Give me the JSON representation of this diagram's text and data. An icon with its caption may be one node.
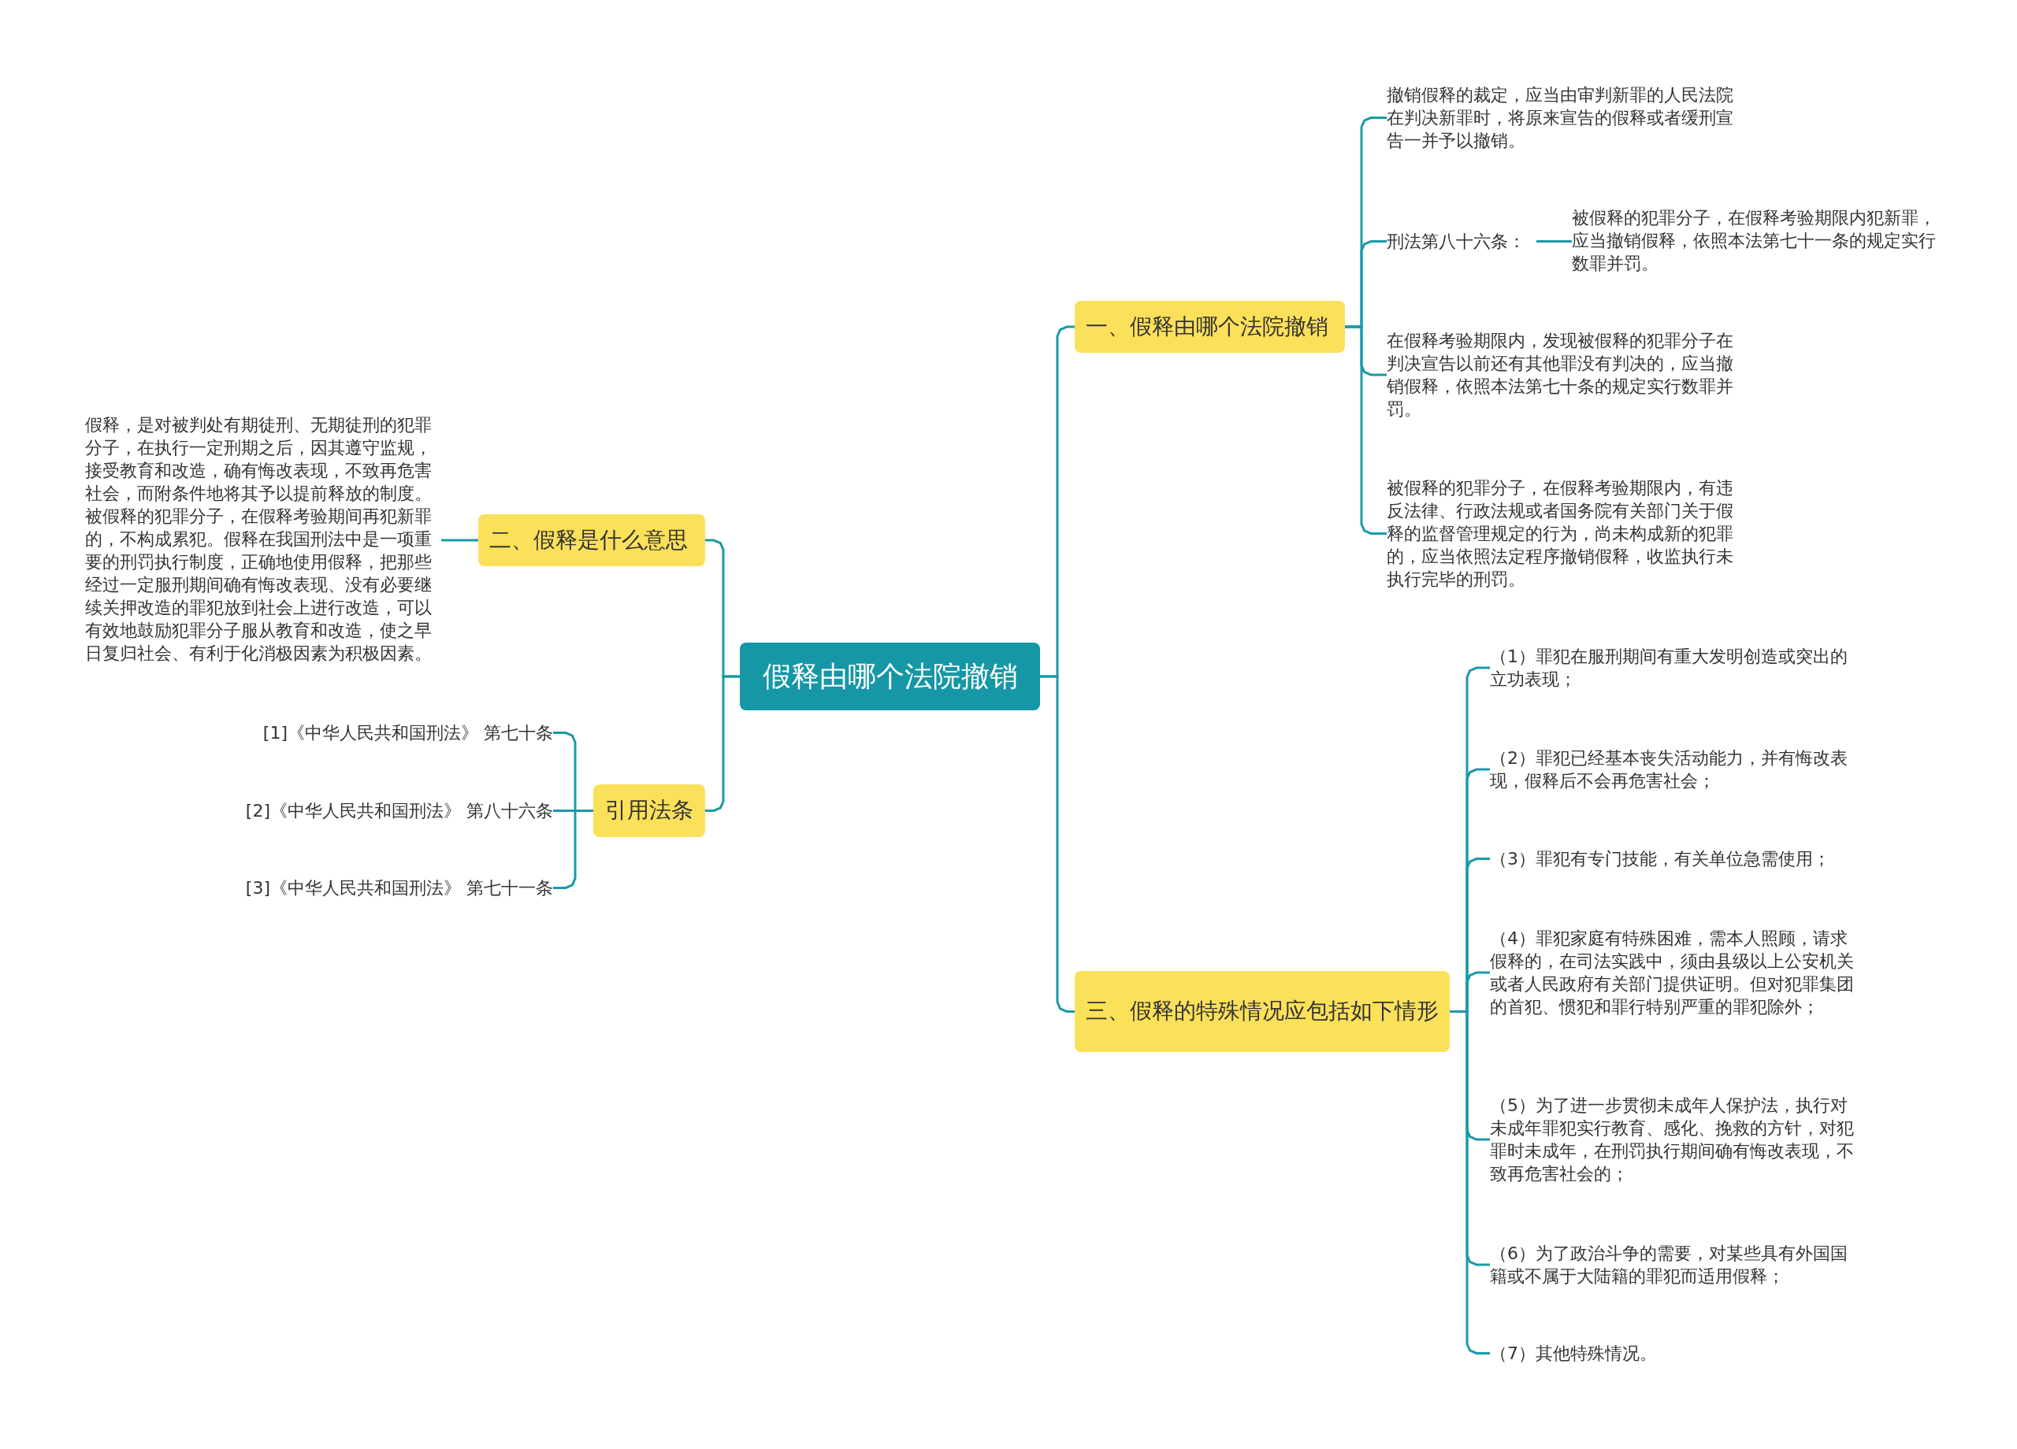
{
  "diagram": {
    "nodes": [
      {
        "text": [
          "假释由哪个法院撤销"
        ]
      },
      {
        "text": [
          "一、假释由哪个法院撤销"
        ]
      },
      {
        "text": [
          "撤销假释的裁定，应当由审判新罪的人民法院在判决新罪时，将原来宣告的假释或者缓刑宣告一并予以撤销。"
        ]
      },
      {
        "text": [
          "刑法第八十六条："
        ]
      },
      {
        "text": [
          "被假释的犯罪分子，在假释考验期限内犯新罪，应当撤销假释，依照本法第七十一条的规定实行数罪并罚。"
        ]
      },
      {
        "text": [
          "在假释考验期限内，发现被假释的犯罪分子在判决宣告以前还有其他罪没有判决的，应当撤销假释，依照本法第七十条的规定实行数罪并罚。"
        ]
      },
      {
        "text": [
          "被假释的犯罪分子，在假释考验期限内，有违反法律、行政法规或者国务院有关部门关于假释的监督管理规定的行为，尚未构成新的犯罪的，应当依照法定程序撤销假释，收监执行未执行完毕的刑罚。"
        ]
      },
      {
        "text": [
          "二、假释是什么意思"
        ]
      },
      {
        "text": [
          "假释，是对被判处有期徒刑、无期徒刑的犯罪分子，在执行一定刑期之后，因其遵守监规，接受教育和改造，确有悔改表现，不致再危害社会，而附条件地将其予以提前释放的制度。被假释的犯罪分子，在假释考验期间再犯新罪的，不构成累犯。假释在我国刑法中是一项重要的刑罚执行制度，正确地使用假释，把那些经过一定服刑期间确有悔改表现、没有必要继续关押改造的罪犯放到社会上进行改造，可以有效地鼓励犯罪分子服从教育和改造，使之早日复归社会、有利于化消极因素为积极因素。"
        ]
      },
      {
        "text": [
          "引用法条"
        ]
      },
      {
        "text": [
          "[1]《中华人民共和国刑法》 第七十条"
        ]
      },
      {
        "text": [
          "[2]《中华人民共和国刑法》 第八十六条"
        ]
      },
      {
        "text": [
          "[3]《中华人民共和国刑法》 第七十一条"
        ]
      },
      {
        "text": [
          "三、假释的特殊情况应包括如下情形"
        ]
      },
      {
        "text": [
          "（1）罪犯在服刑期间有重大发明创造或突出的立功表现；"
        ]
      },
      {
        "text": [
          "（2）罪犯已经基本丧失活动能力，并有悔改表现，假释后不会再危害社会；"
        ]
      },
      {
        "text": [
          "（3）罪犯有专门技能，有关单位急需使用；"
        ]
      },
      {
        "text": [
          "（4）罪犯家庭有特殊困难，需本人照顾，请求假释的，在司法实践中，须由县级以上公安机关或者人民政府有关部门提供证明。但对犯罪集团的首犯、惯犯和罪行特别严重的罪犯除外；"
        ]
      },
      {
        "text": [
          "（5）为了进一步贯彻未成年人保护法，执行对未成年罪犯实行教育、感化、挽救的方针，对犯罪时未成年，在刑罚执行期间确有悔改表现，不致再危害社会的；"
        ]
      },
      {
        "text": [
          "（6）为了政治斗争的需要，对某些具有外国国籍或不属于大陆籍的罪犯而适用假释；"
        ]
      },
      {
        "text": [
          "（7）其他特殊情况。"
        ]
      }
    ],
    "edges": [
      {
        "from": 0,
        "to": 1,
        "arrow": "none"
      },
      {
        "from": 1,
        "to": 2,
        "arrow": "none"
      },
      {
        "from": 1,
        "to": 3,
        "arrow": "none"
      },
      {
        "from": 3,
        "to": 4,
        "arrow": "none"
      },
      {
        "from": 1,
        "to": 5,
        "arrow": "none"
      },
      {
        "from": 1,
        "to": 6,
        "arrow": "none"
      },
      {
        "from": 0,
        "to": 7,
        "arrow": "none"
      },
      {
        "from": 7,
        "to": 8,
        "arrow": "none"
      },
      {
        "from": 0,
        "to": 9,
        "arrow": "none"
      },
      {
        "from": 9,
        "to": 10,
        "arrow": "none"
      },
      {
        "from": 9,
        "to": 11,
        "arrow": "none"
      },
      {
        "from": 9,
        "to": 12,
        "arrow": "none"
      },
      {
        "from": 0,
        "to": 13,
        "arrow": "none"
      },
      {
        "from": 13,
        "to": 14,
        "arrow": "none"
      },
      {
        "from": 13,
        "to": 15,
        "arrow": "none"
      },
      {
        "from": 13,
        "to": 16,
        "arrow": "none"
      },
      {
        "from": 13,
        "to": 17,
        "arrow": "none"
      },
      {
        "from": 13,
        "to": 18,
        "arrow": "none"
      },
      {
        "from": 13,
        "to": 19,
        "arrow": "none"
      },
      {
        "from": 13,
        "to": 20,
        "arrow": "none"
      }
    ]
  }
}
